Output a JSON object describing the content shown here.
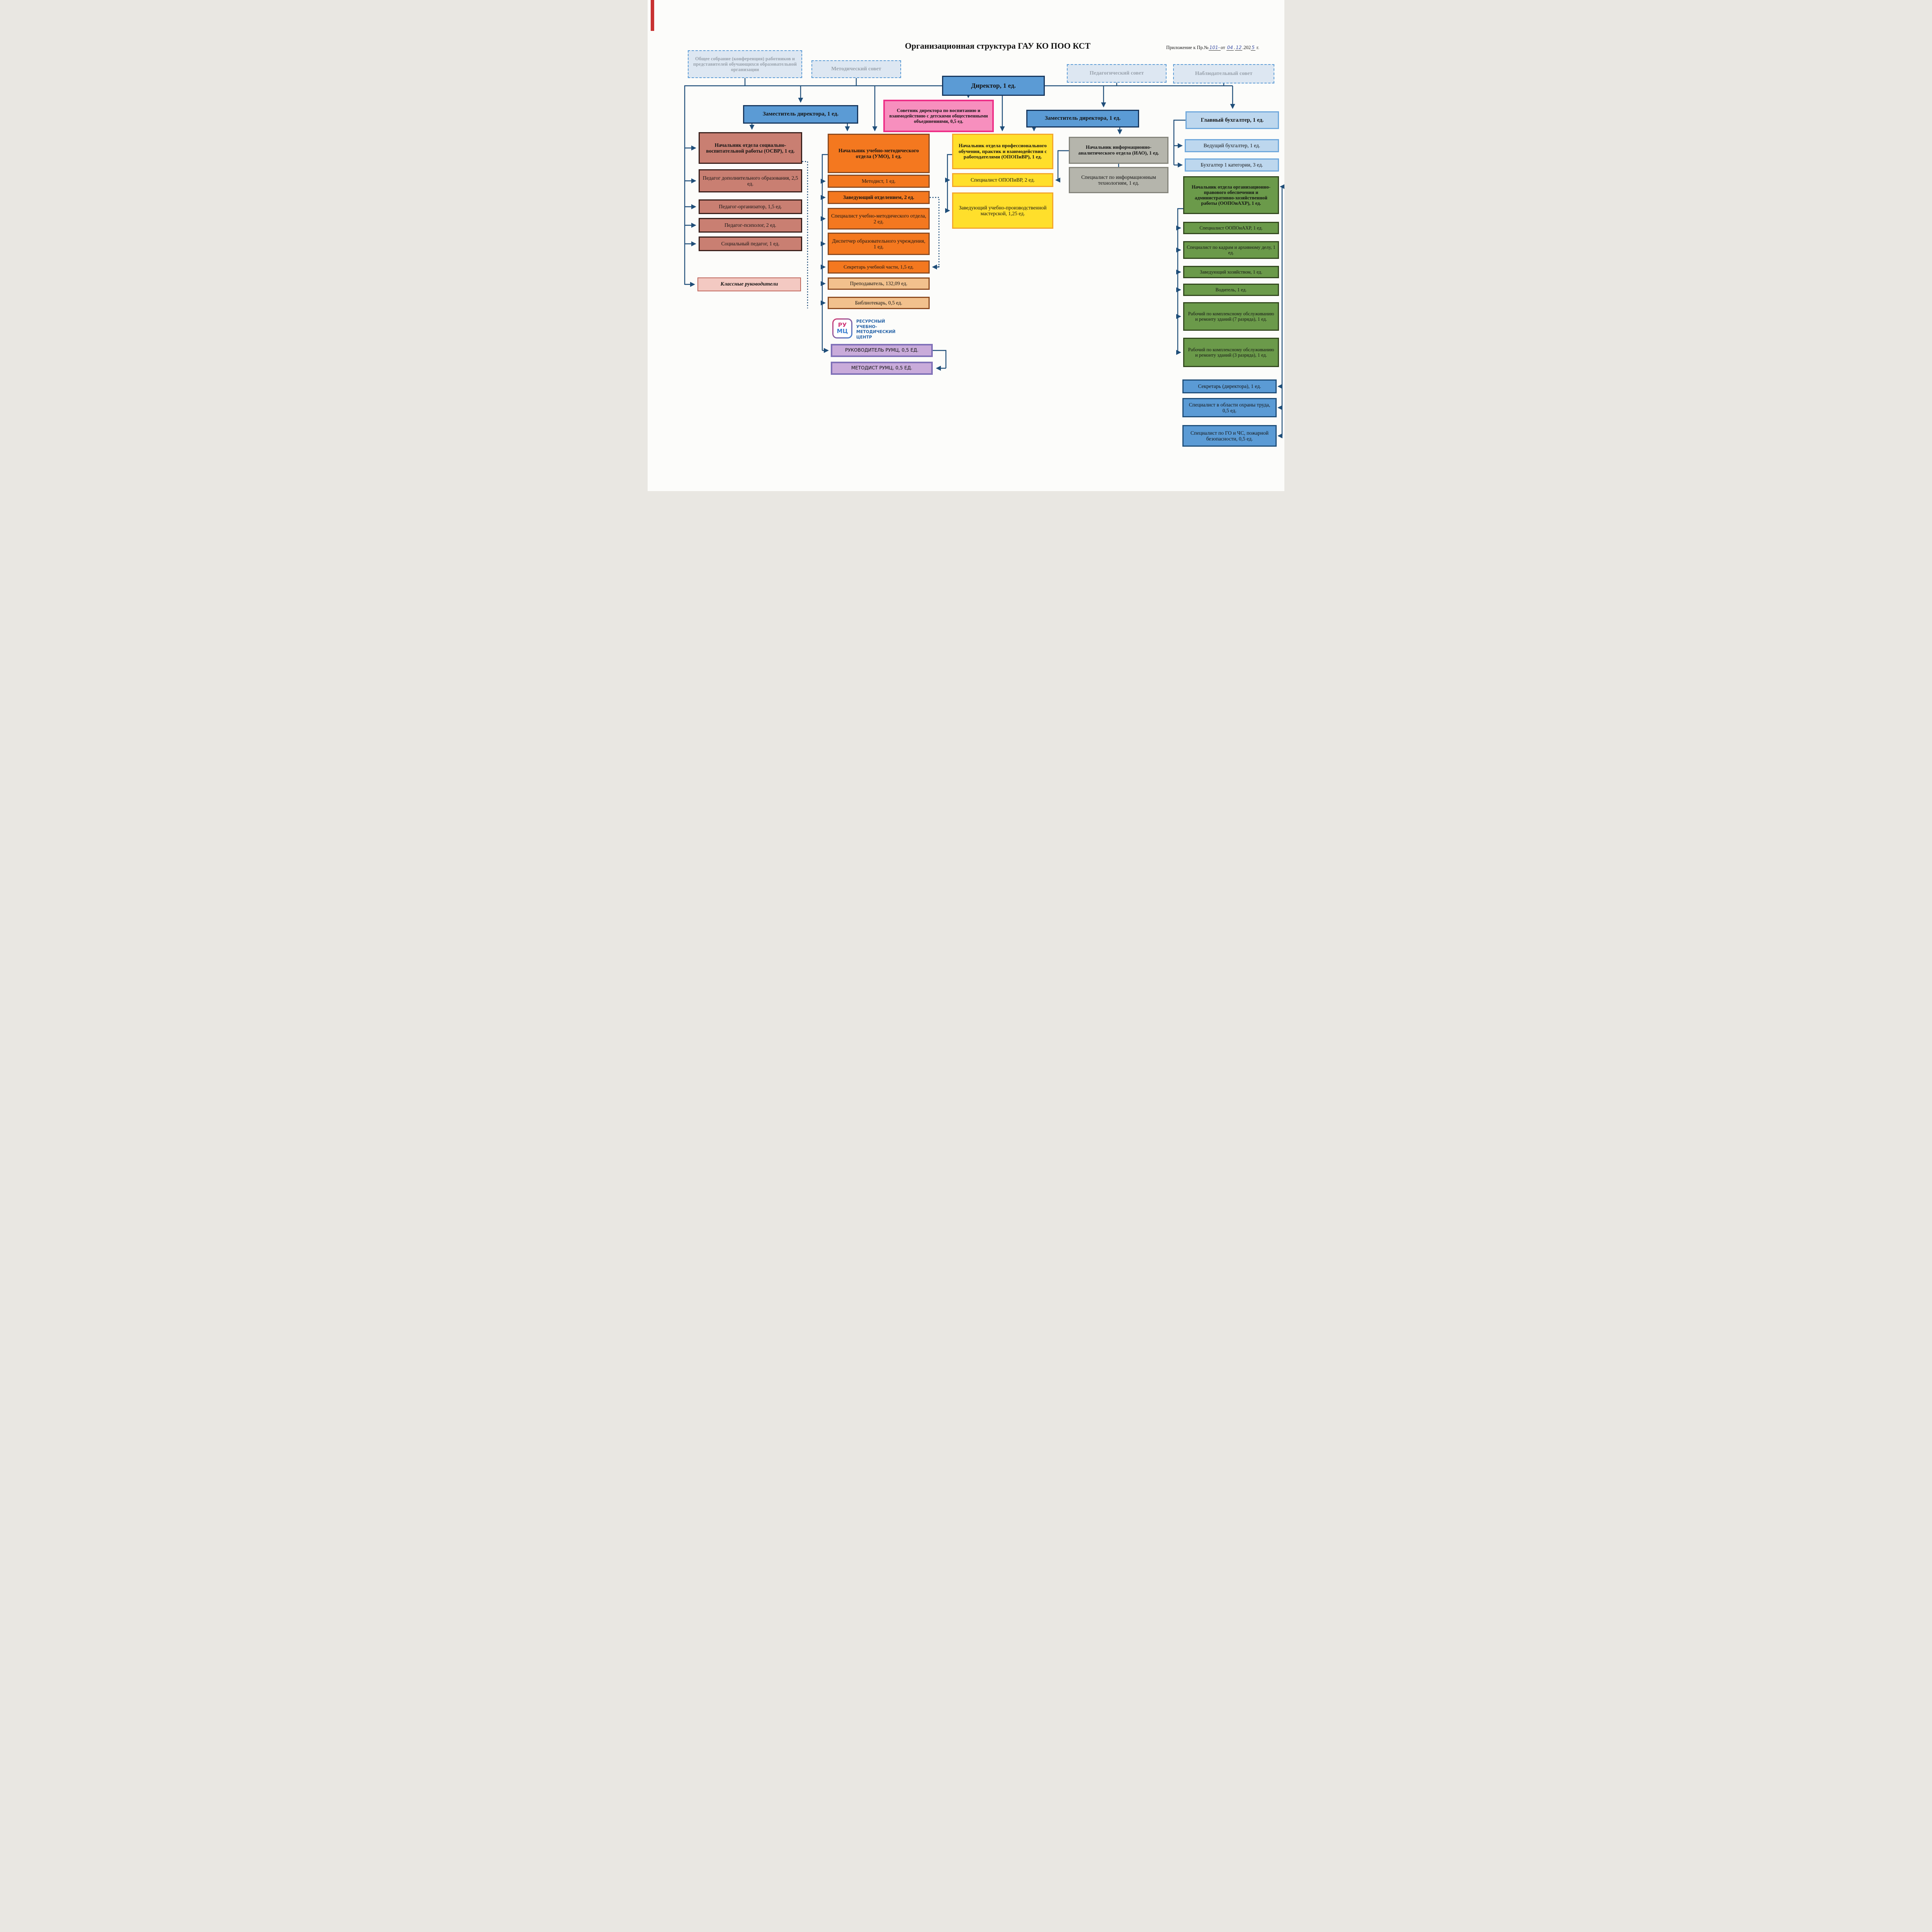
{
  "title": "Организационная структура ГАУ КО ПОО КСТ",
  "annotation": {
    "prefix": "Приложение к Пр.№",
    "number": "101-",
    "ot": "от",
    "day": "04",
    "dot": ".",
    "month": "12",
    "year_printed": ".202",
    "year_hand": "5",
    "suffix": " г."
  },
  "councils": [
    {
      "label": "Общее собрание (конференция) работников и представителей обучающихся образовательной организации"
    },
    {
      "label": "Методический совет"
    },
    {
      "label": "Педагогический совет"
    },
    {
      "label": "Наблюдательный совет"
    }
  ],
  "director": {
    "label": "Директор, 1 ед."
  },
  "deputy_left": {
    "label": "Заместитель директора, 1 ед."
  },
  "deputy_right": {
    "label": "Заместитель директора, 1 ед."
  },
  "advisor": {
    "label": "Советник директора по воспитанию и взаимодействию с детскими общественными объединениями, 0,5 ед."
  },
  "osvr": {
    "header": "Начальник отдела социально-воспитательной работы (ОСВР), 1 ед.",
    "items": [
      "Педагог дополнительного образования, 2,5 ед.",
      "Педагог-организатор, 1,5 ед.",
      "Педагог-психолог, 2 ед.",
      "Социальный педагог, 1 ед."
    ],
    "class_teachers": "Классные руководители"
  },
  "umo": {
    "header": "Начальник учебно-методического отдела (УМО), 1 ед.",
    "items": [
      "Методист, 1 ед.",
      "Заведующий отделением, 2 ед.",
      "Специалист учебно-методического отдела, 2 ед.",
      "Диспетчер образовательного учреждения, 1 ед.",
      "Секретарь учебной части, 1,5 ед."
    ],
    "staff": [
      "Преподаватель, 132,09 ед.",
      "Библиотекарь, 0,5 ед."
    ]
  },
  "rumc": {
    "logo_top": "РУ",
    "logo_bottom": "МЦ",
    "caption": "РЕСУРСНЫЙ УЧЕБНО-МЕТОДИЧЕСКИЙ ЦЕНТР",
    "head": "РУКОВОДИТЕЛЬ РУМЦ, 0,5 ЕД.",
    "metodist": "МЕТОДИСТ РУМЦ, 0,5 ЕД."
  },
  "opopivr": {
    "header": "Начальник отдела профессионального обучения, практик и взаимодействия с работодателями (ОПОПиВР), 1 ед.",
    "items": [
      "Специалист ОПОПиВР, 2 ед.",
      "Заведующий учебно-производственной мастерской, 1,25 ед."
    ]
  },
  "iao": {
    "header": "Начальник информационно-аналитического отдела (ИАО), 1 ед.",
    "items": [
      "Специалист по информационным технологиям, 1 ед."
    ]
  },
  "accounting": {
    "header": "Главный бухгалтер, 1 ед.",
    "items": [
      "Ведущий бухгалтер, 1 ед.",
      "Бухгалтер 1 категории, 3 ед."
    ]
  },
  "oopoiahr": {
    "header": "Начальник отдела организационно-правового обеспечения и административно-хозяйственной работы (ООПОиАХР), 1 ед.",
    "items": [
      "Специалист ООПОиАХР, 1 ед.",
      "Специалист по кадрам и архивному делу, 1 ед.",
      "Заведующий хозяйством, 1 ед.",
      "Водитель, 1 ед.",
      "Рабочий по комплексному обслуживанию и ремонту зданий (7 разряда), 1 ед.",
      "Рабочий по комплексному обслуживанию и ремонту зданий (3 разряда), 1 ед."
    ]
  },
  "director_direct": [
    "Секретарь (директора), 1 ед.",
    "Специалист в области охраны труда, 0,5 ед.",
    "Специалист по ГО и ЧС, пожарной безопасности, 0,5 ед."
  ],
  "palette": {
    "connector": "#1f4e79",
    "director_blue": "#5b9bd5",
    "advisor_pink": "#f78fbe",
    "osvr_red": "#c97f72",
    "umo_orange": "#f4781f",
    "umo_tan": "#f2c18d",
    "opopivr_yellow": "#ffdf2b",
    "iao_gray": "#b5b5ac",
    "accounting_lightblue": "#bdd7ee",
    "oopoiahr_green": "#6b9a4a",
    "rumc_purple": "#c9abda",
    "council_dashed_bg": "#dde7f2",
    "handwriting_ink": "#3b4fa5"
  }
}
